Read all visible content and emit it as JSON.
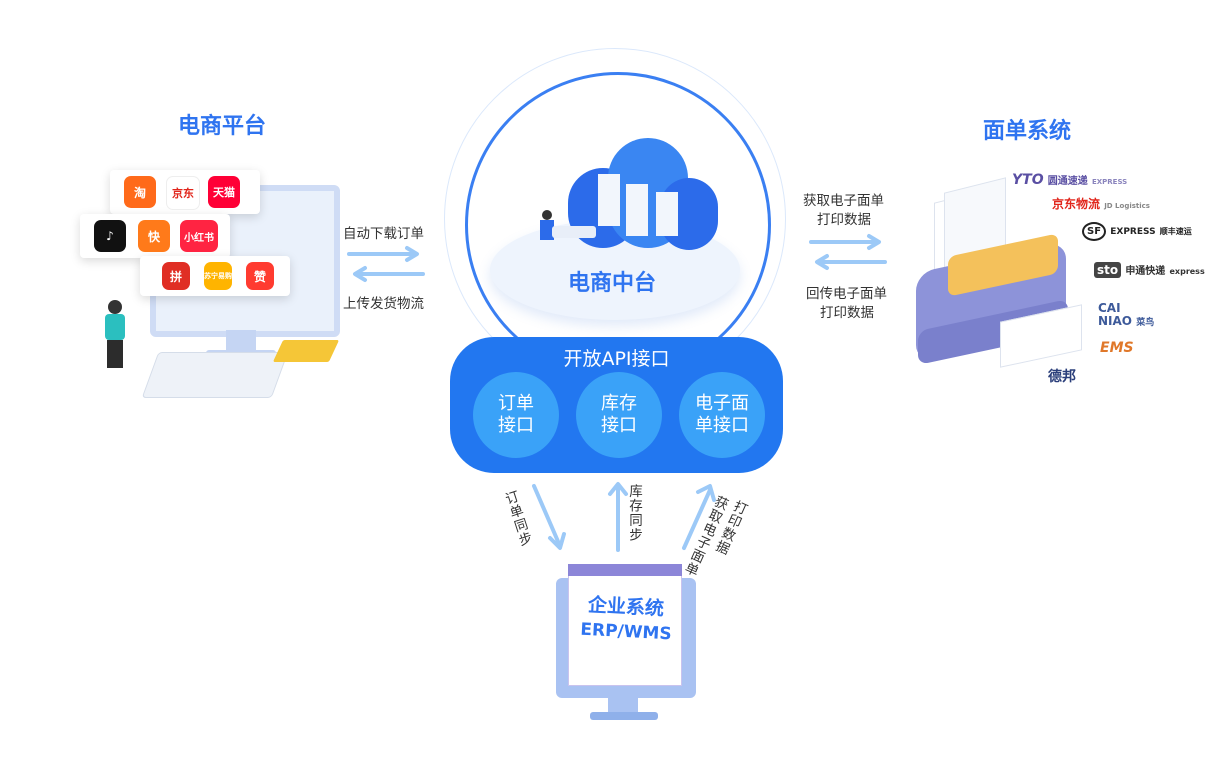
{
  "left": {
    "title": "电商平台",
    "apps": [
      {
        "text": "淘",
        "icon": "taobao-icon"
      },
      {
        "text": "京东",
        "icon": "jd-icon"
      },
      {
        "text": "天猫",
        "icon": "tmall-icon"
      },
      {
        "text": "♪",
        "icon": "douyin-icon"
      },
      {
        "text": "快",
        "icon": "kuaishou-icon"
      },
      {
        "text": "小红书",
        "icon": "xiaohongshu-icon"
      },
      {
        "text": "拼",
        "icon": "pinduoduo-icon"
      },
      {
        "text": "苏宁易购",
        "icon": "suning-icon"
      },
      {
        "text": "赞",
        "icon": "thumbs-up-icon"
      }
    ]
  },
  "left_arrows": {
    "top": "自动下载订单",
    "bottom": "上传发货物流"
  },
  "center": {
    "title": "电商中台",
    "api_title": "开放API接口",
    "circles": [
      {
        "line1": "订单",
        "line2": "接口"
      },
      {
        "line1": "库存",
        "line2": "接口"
      },
      {
        "line1": "电子面",
        "line2": "单接口"
      }
    ]
  },
  "right_arrows": {
    "top1": "获取电子面单",
    "top2": "打印数据",
    "bottom1": "回传电子面单",
    "bottom2": "打印数据"
  },
  "right": {
    "title": "面单系统",
    "logos": [
      {
        "mark": "YTO",
        "text": "圆通速递",
        "sub": "EXPRESS",
        "icon": "yto-icon"
      },
      {
        "mark": "",
        "text": "京东物流",
        "sub": "JD Logistics",
        "icon": "jd-logistics-icon"
      },
      {
        "mark": "SF",
        "text": "EXPRESS",
        "sub": "顺丰速运",
        "icon": "sf-icon"
      },
      {
        "mark": "sto",
        "text": "申通快递",
        "sub": "express",
        "icon": "sto-icon"
      },
      {
        "mark": "CAI",
        "text": "NIAO",
        "sub": "菜鸟",
        "icon": "cainiao-icon"
      },
      {
        "mark": "",
        "text": "EMS",
        "sub": "",
        "icon": "ems-icon"
      },
      {
        "mark": "",
        "text": "德邦",
        "sub": "",
        "icon": "deppon-icon"
      }
    ]
  },
  "bottom": {
    "labels": [
      "订单同步",
      "库存同步",
      "获取电子面单",
      "打印数据"
    ],
    "erp_title": "企业系统",
    "erp_sub": "ERP/WMS"
  },
  "colors": {
    "brand_blue": "#2f74f0",
    "light_blue": "#3aa2f8",
    "arrow": "#9cc9f7"
  }
}
